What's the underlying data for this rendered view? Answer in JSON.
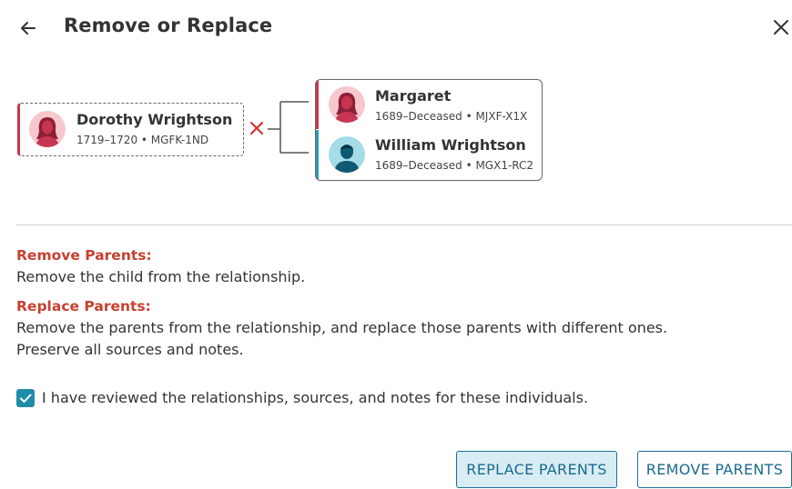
{
  "header": {
    "title": "Remove or Replace"
  },
  "child": {
    "name": "Dorothy Wrightson",
    "meta": "1719–1720 • MGFK-1ND"
  },
  "parents": [
    {
      "name": "Margaret",
      "meta": "1689–Deceased • MJXF-X1X"
    },
    {
      "name": "William Wrightson",
      "meta": "1689–Deceased • MGX1-RC2"
    }
  ],
  "info": {
    "remove_heading": "Remove Parents:",
    "remove_text": "Remove the child from the relationship.",
    "replace_heading": "Replace Parents:",
    "replace_text_1": "Remove the parents from the relationship, and replace those parents with different ones.",
    "replace_text_2": "Preserve all sources and notes."
  },
  "confirm": {
    "checked": true,
    "label": "I have reviewed the relationships, sources, and notes for these individuals."
  },
  "actions": {
    "replace_label": "REPLACE PARENTS",
    "remove_label": "REMOVE PARENTS"
  },
  "colors": {
    "female": "#c73651",
    "male": "#2a9ab5",
    "accent": "#1f8ca8",
    "warning": "#c7402f"
  }
}
